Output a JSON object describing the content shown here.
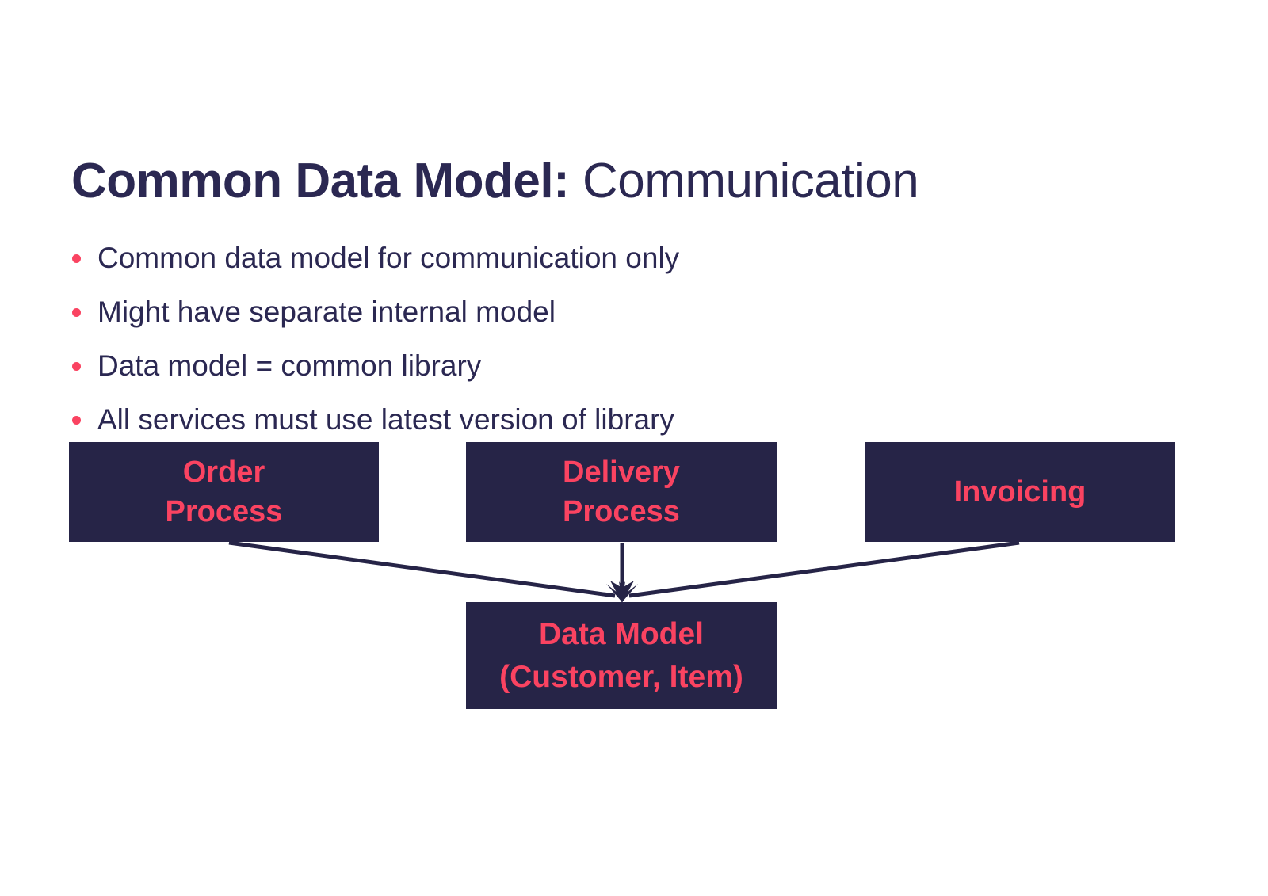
{
  "slide": {
    "background_color": "#FFFFFF",
    "title": {
      "bold_part": "Common Data Model:",
      "light_part": " Communication",
      "color": "#2B2852"
    },
    "bullets": [
      {
        "text": "Common data model for communication only"
      },
      {
        "text": "Might have separate internal model"
      },
      {
        "text": "Data model = common library"
      },
      {
        "text": "All services must use latest version of library"
      }
    ],
    "bullet_dot_color": "#FA4361",
    "bullet_text_color": "#2B2852"
  },
  "diagram": {
    "type": "flow",
    "node_fill": "#262447",
    "node_text_color": "#FA4361",
    "arrow_color": "#262447",
    "nodes": [
      {
        "id": "order",
        "label": "Order\nProcess"
      },
      {
        "id": "delivery",
        "label": "Delivery\nProcess"
      },
      {
        "id": "invoicing",
        "label": "Invoicing"
      },
      {
        "id": "datamodel",
        "label": "Data Model\n(Customer, Item)"
      }
    ],
    "edges": [
      {
        "from": "order",
        "to": "datamodel",
        "arrowhead": true
      },
      {
        "from": "delivery",
        "to": "datamodel",
        "arrowhead": true
      },
      {
        "from": "invoicing",
        "to": "datamodel",
        "arrowhead": true
      }
    ]
  }
}
